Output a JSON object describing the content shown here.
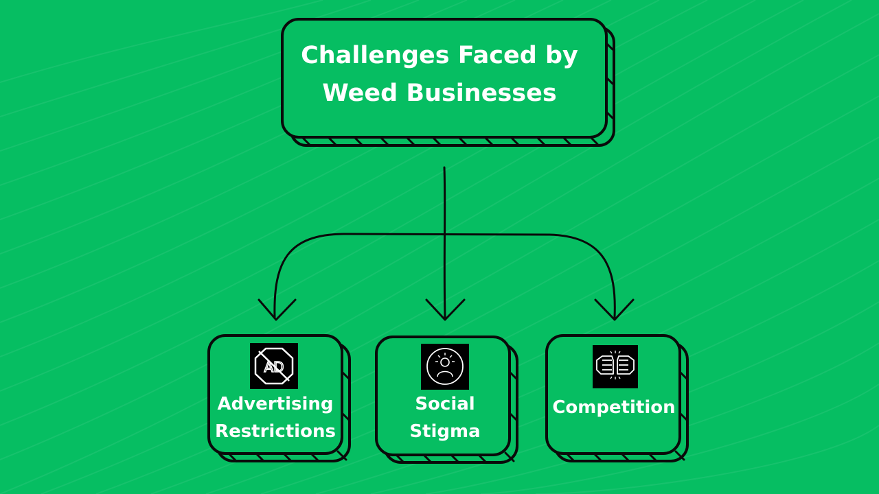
{
  "title": "Challenges Faced by\nWeed Businesses",
  "nodes": [
    {
      "label": "Advertising\nRestrictions",
      "icon": "no-ads-icon"
    },
    {
      "label": "Social\nStigma",
      "icon": "person-idea-icon"
    },
    {
      "label": "Competition",
      "icon": "fists-bump-icon"
    }
  ],
  "colors": {
    "background": "#06be62",
    "stroke": "#0a0a0a",
    "text": "#ffffff",
    "icon_background": "#000000"
  }
}
